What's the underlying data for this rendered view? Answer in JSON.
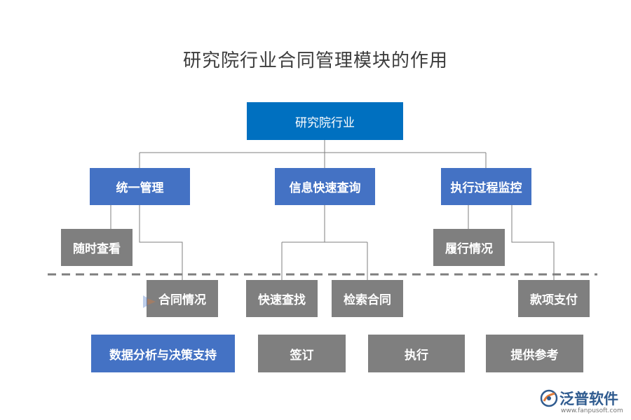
{
  "title": "研究院行业合同管理模块的作用",
  "root": "研究院行业",
  "level1": [
    "统一管理",
    "信息快速查询",
    "执行过程监控"
  ],
  "level2": [
    "随时查看",
    "合同情况",
    "快速查找",
    "检索合同",
    "履行情况",
    "款项支付"
  ],
  "bottom": [
    "数据分析与决策支持",
    "签订",
    "执行",
    "提供参考"
  ],
  "logo": {
    "name": "泛普软件",
    "url": "www.fanpusoft.com"
  },
  "colors": {
    "root": "#0070c0",
    "blue": "#4472c4",
    "gray": "#7f7f7f",
    "line": "#7f7f7f"
  }
}
